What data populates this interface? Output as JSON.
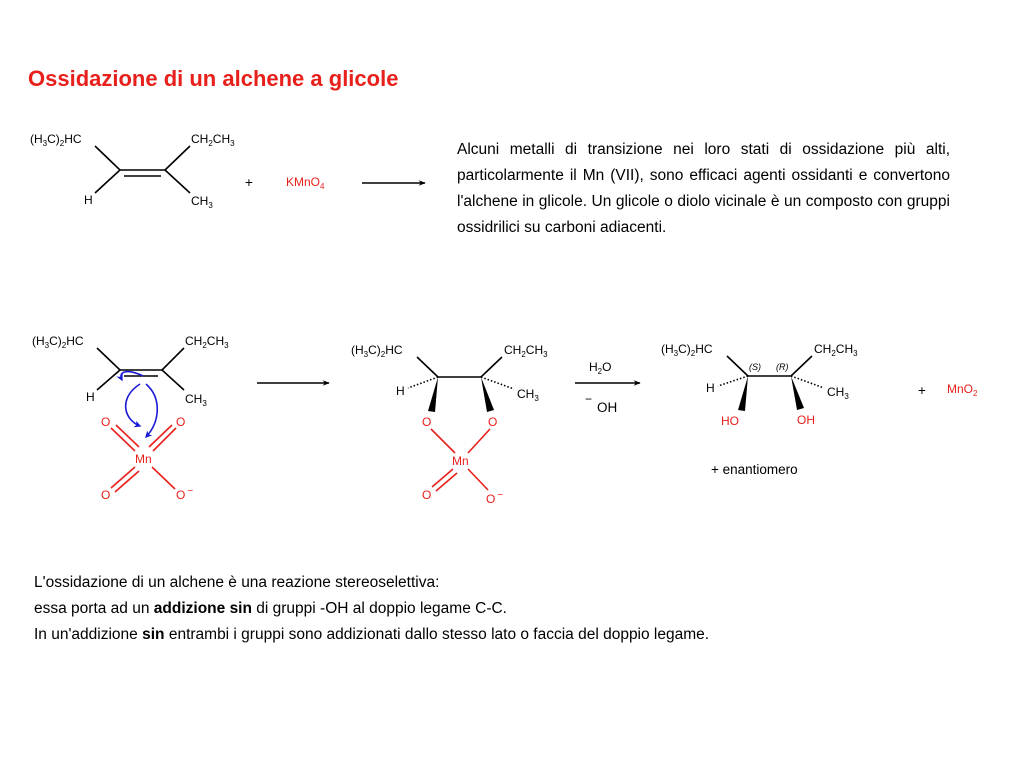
{
  "title": "Ossidazione di un alchene a glicole",
  "description": "Alcuni metalli di transizione nei loro stati di ossidazione più alti, particolarmente il Mn (VII), sono efficaci agenti ossidanti e convertono l'alchene in glicole. Un glicole o diolo vicinale è un composto con gruppi ossidrilici su carboni adiacenti.",
  "colors": {
    "accent_red": "#e8201c",
    "arrow_blue": "#1a1ad6"
  },
  "labels": {
    "h": "H",
    "c": "C",
    "o": "O",
    "mn": "Mn",
    "ho": "HO",
    "oh": "OH",
    "sub_2": "2",
    "sub_3": "3",
    "sub_4": "4",
    "h3c_open": "(H",
    "h3c_close": "C)",
    "hc": "HC",
    "ch_prefix": "CH",
    "kmno": "KMnO",
    "mno": "MnO",
    "plus": "+",
    "minus": "−",
    "stereo_s": "(S)",
    "stereo_r": "(R)",
    "enantiomer": "+ enantiomero"
  },
  "footer": {
    "line1": "L'ossidazione di un alchene è una reazione stereoselettiva:",
    "line2_before": "essa porta ad un ",
    "line2_bold": "addizione sin",
    "line2_after": " di gruppi -OH al doppio legame C-C.",
    "line3_before": "In un'addizione ",
    "line3_bold": "sin",
    "line3_after": " entrambi i gruppi sono addizionati dallo stesso lato o faccia del doppio legame."
  }
}
